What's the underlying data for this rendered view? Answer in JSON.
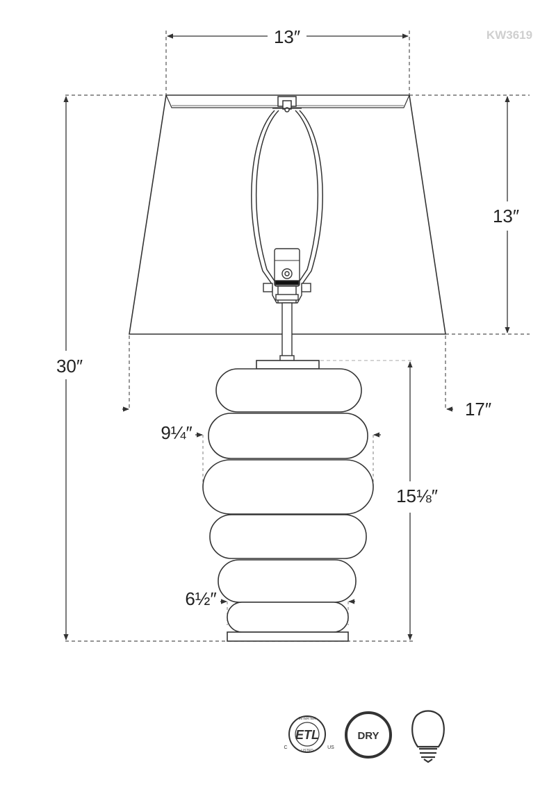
{
  "model_code": "KW3619",
  "dimensions": {
    "shade_top_width": "13″",
    "shade_height": "13″",
    "overall_height": "30″",
    "shade_bottom_width": "17″",
    "body_width_upper": "9¼″",
    "base_height": "15⅛″",
    "base_width": "6½″"
  },
  "badges": {
    "etl": {
      "mark": "ETL",
      "left": "C",
      "right": "US",
      "top_text": "INTERTEK",
      "bottom_text": "LISTED"
    },
    "dry_label": "DRY",
    "bulb": "light-bulb-icon"
  },
  "colors": {
    "line": "#333333",
    "dash": "#555555",
    "text": "#222222",
    "model": "#cfcfcf"
  }
}
